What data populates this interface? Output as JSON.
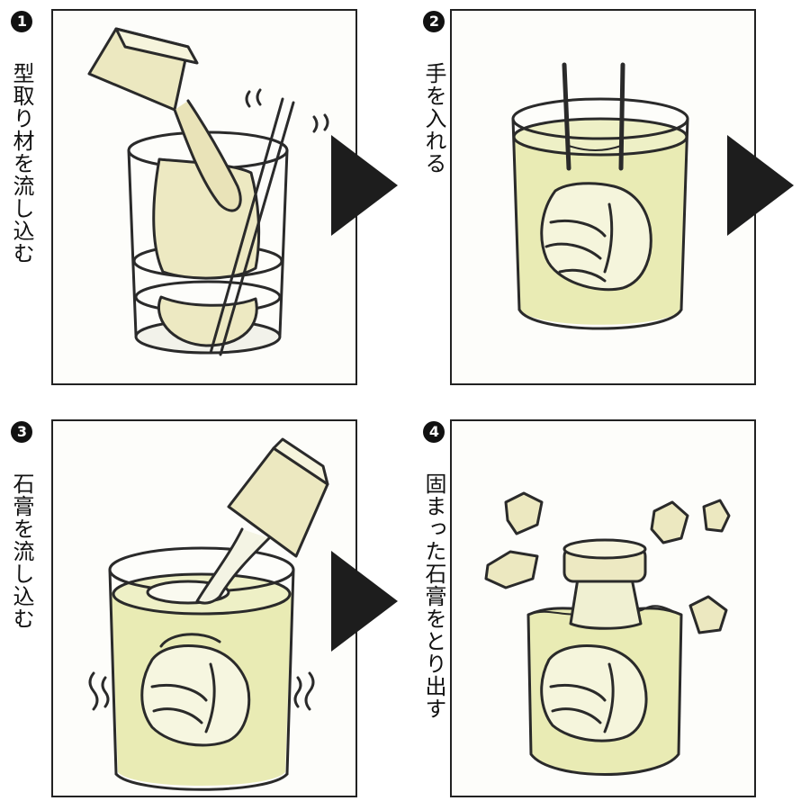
{
  "steps": [
    {
      "number": "1",
      "text": "型取り材を流し込む"
    },
    {
      "number": "2",
      "text": "手を入れる"
    },
    {
      "number": "3",
      "text": "石膏を流し込む"
    },
    {
      "number": "4",
      "text": "固まった石膏をとり出す"
    }
  ],
  "colors": {
    "liquid": "#e9ebb4",
    "line": "#2a2a2a",
    "arrow": "#1d1d1d"
  }
}
